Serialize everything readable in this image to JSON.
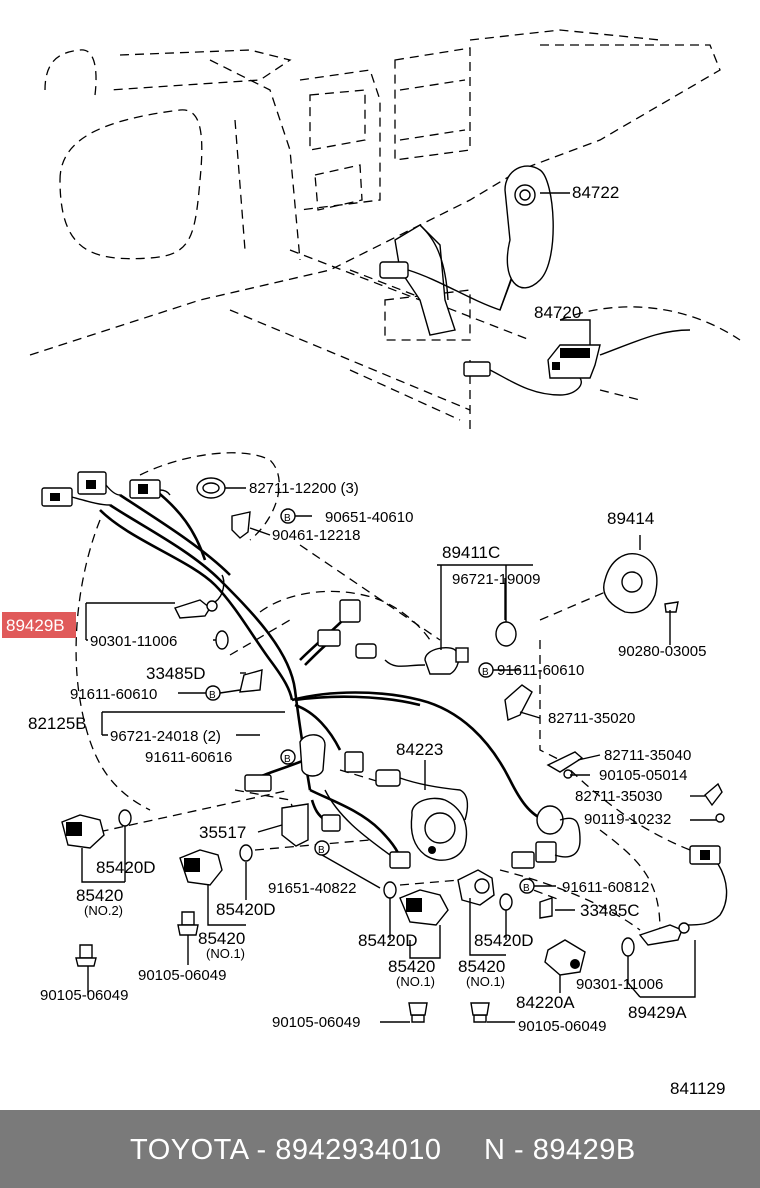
{
  "labels": {
    "p84722": "84722",
    "p84720": "84720",
    "p82711_12200": "82711-12200 (3)",
    "p90651_40610": "90651-40610",
    "p90461_12218": "90461-12218",
    "p89414": "89414",
    "p89411C": "89411C",
    "p96721_19009": "96721-19009",
    "p89429B": "89429B",
    "p90301_11006_a": "90301-11006",
    "p90280_03005": "90280-03005",
    "p33485D": "33485D",
    "p91611_60610_a": "91611-60610",
    "p91611_60610_b": "91611-60610",
    "p82125B": "82125B",
    "p96721_24018": "96721-24018 (2)",
    "p82711_35020": "82711-35020",
    "p91611_60616": "91611-60616",
    "p84223": "84223",
    "p82711_35040": "82711-35040",
    "p90105_05014": "90105-05014",
    "p82711_35030": "82711-35030",
    "p90119_10232": "90119-10232",
    "p35517": "35517",
    "p85420D_a": "85420D",
    "p85420_a": "85420",
    "p85420_a_sub": "(NO.2)",
    "p91651_40822": "91651-40822",
    "p91611_60812": "91611-60812",
    "p85420D_b": "85420D",
    "p85420_b": "85420",
    "p85420_b_sub": "(NO.1)",
    "p33485C": "33485C",
    "p85420D_c": "85420D",
    "p85420D_d": "85420D",
    "p90105_06049_a": "90105-06049",
    "p90105_06049_b": "90105-06049",
    "p85420_c": "85420",
    "p85420_c_sub": "(NO.1)",
    "p85420_d": "85420",
    "p85420_d_sub": "(NO.1)",
    "p90301_11006_b": "90301-11006",
    "p84220A": "84220A",
    "p89429A": "89429A",
    "p90105_06049_c": "90105-06049",
    "p90105_06049_d": "90105-06049",
    "p841129": "841129",
    "bolt_symbol": "B"
  },
  "highlight": {
    "part": "89429B",
    "color": "#e05a5a"
  },
  "footer": {
    "left": "TOYOTA - 8942934010",
    "right": "N - 89429B",
    "background": "#7a7a7a"
  }
}
